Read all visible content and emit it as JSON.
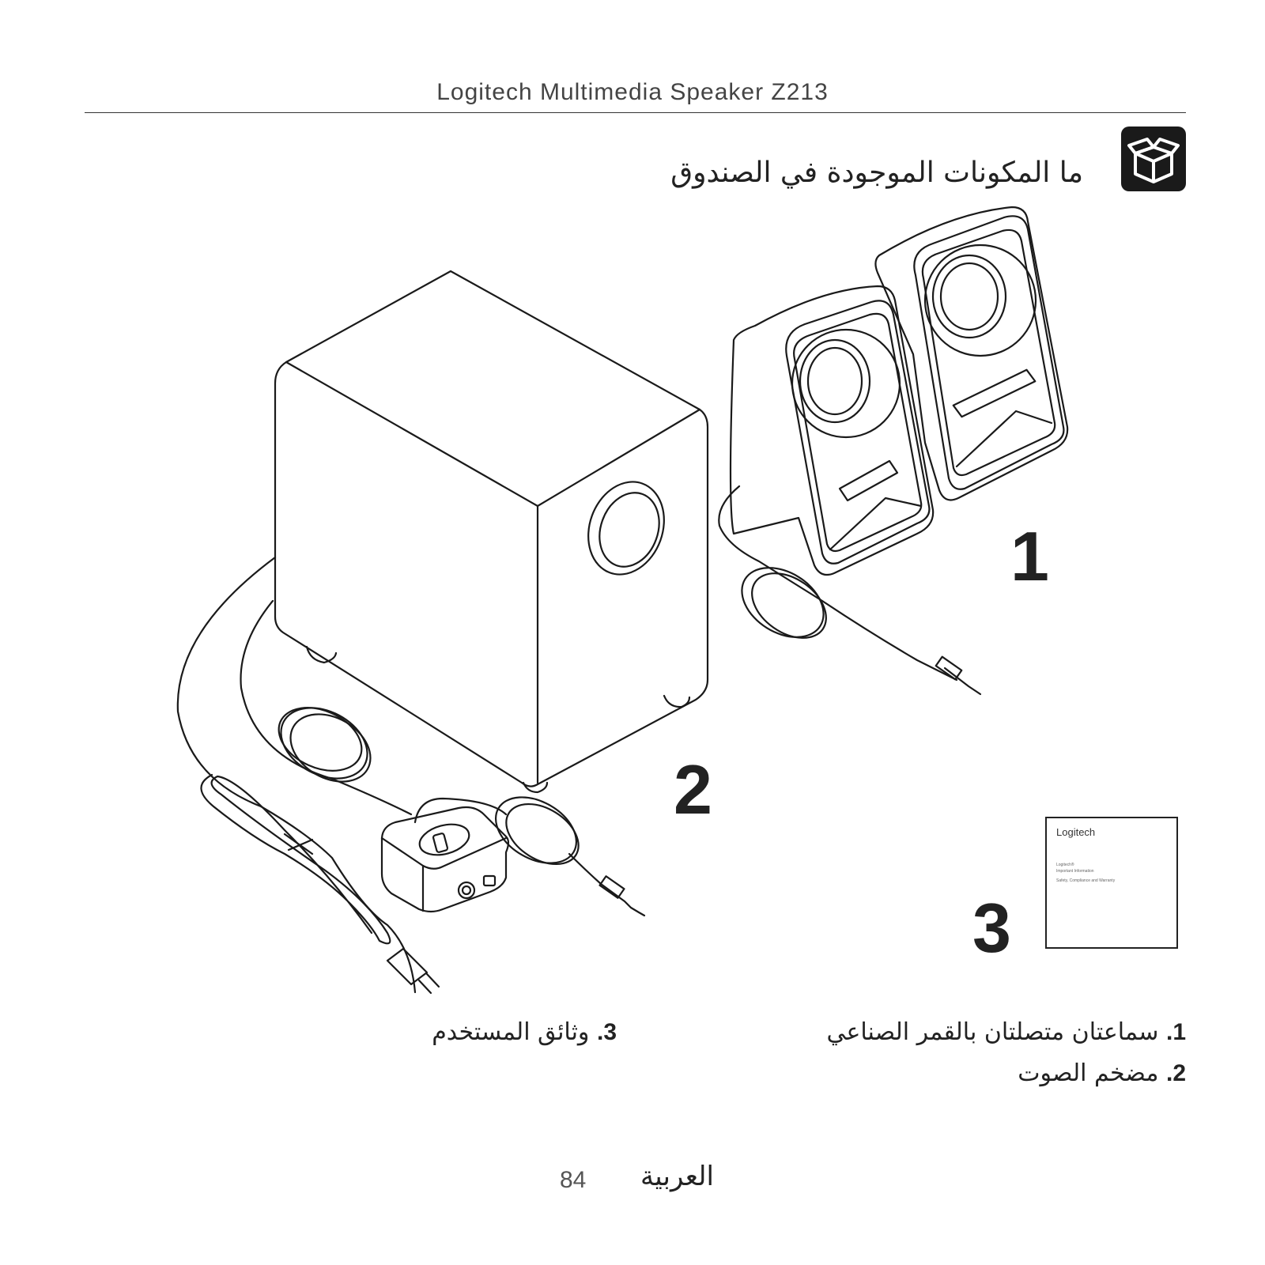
{
  "header": {
    "title": "Logitech Multimedia Speaker Z213"
  },
  "section": {
    "title": "ما المكونات الموجودة في الصندوق",
    "icon": "box-icon"
  },
  "labels": {
    "satellites": "1",
    "subwoofer": "2",
    "documentation": "3"
  },
  "booklet": {
    "brand": "Logitech",
    "line1": "Logitech®",
    "line2": "Important Information",
    "line3": "Safety, Compliance and Warranty"
  },
  "items": [
    {
      "num": "1.",
      "text": "سماعتان متصلتان بالقمر الصناعي"
    },
    {
      "num": "2.",
      "text": "مضخم الصوت"
    },
    {
      "num": "3.",
      "text": "وثائق المستخدم"
    }
  ],
  "footer": {
    "language": "العربية",
    "page": "84"
  },
  "colors": {
    "ink": "#222222",
    "icon_bg": "#1a1a1a"
  }
}
